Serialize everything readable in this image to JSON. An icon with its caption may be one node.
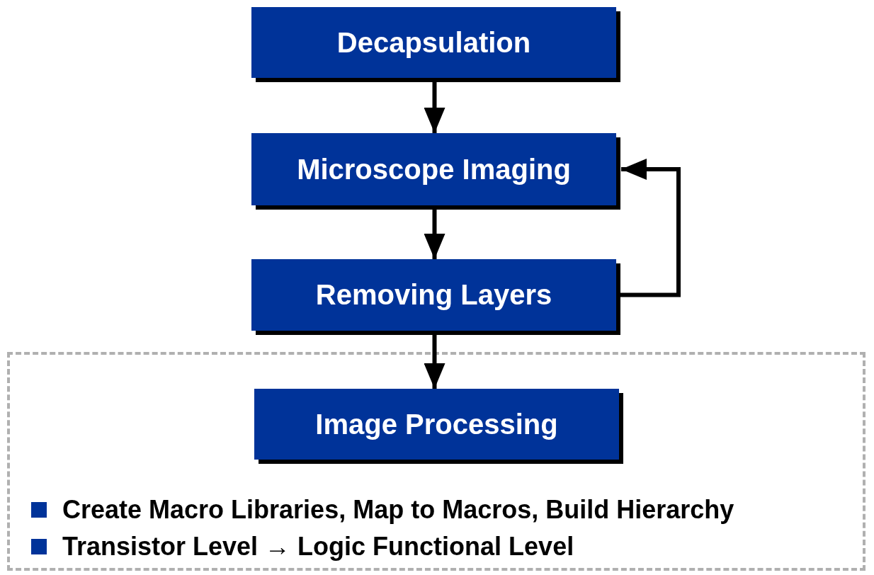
{
  "diagram": {
    "nodes": [
      {
        "text": [
          "Decapsulation"
        ]
      },
      {
        "text": [
          "Microscope Imaging"
        ]
      },
      {
        "text": [
          "Removing Layers"
        ]
      },
      {
        "text": [
          "Create Macro Libraries, Map to Macros, Build Hierarchy",
          "Transistor Level → Logic Functional Level"
        ]
      },
      {
        "text": [
          "Image Processing"
        ],
        "in": 3
      }
    ],
    "edges": [
      {
        "from": 0,
        "to": 1,
        "arrow": "to"
      },
      {
        "from": 1,
        "to": 2,
        "arrow": "to"
      },
      {
        "from": 2,
        "to": 1,
        "arrow": "to"
      },
      {
        "from": 2,
        "to": 4,
        "arrow": "to"
      }
    ]
  }
}
